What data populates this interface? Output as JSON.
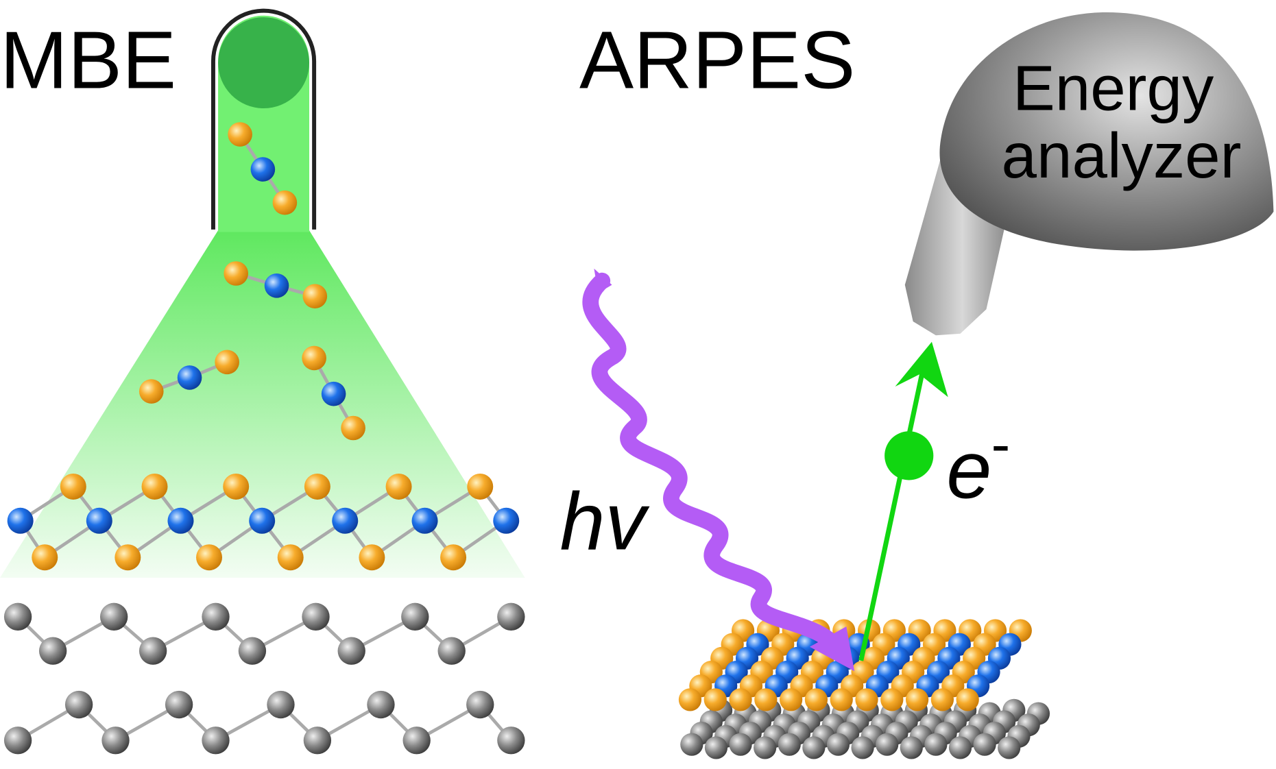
{
  "left_panel": {
    "title": "MBE"
  },
  "right_panel": {
    "title": "ARPES",
    "analyzer_label_line1": "Energy",
    "analyzer_label_line2": "analyzer",
    "photon_label": "hv",
    "electron_label": "e",
    "electron_charge": "-"
  },
  "colors": {
    "chalcogen": "#f5a623",
    "metal": "#1f6fe0",
    "substrate": "#808080",
    "beam": "#55e855",
    "photon": "#b45cf5",
    "electron": "#11d611"
  }
}
